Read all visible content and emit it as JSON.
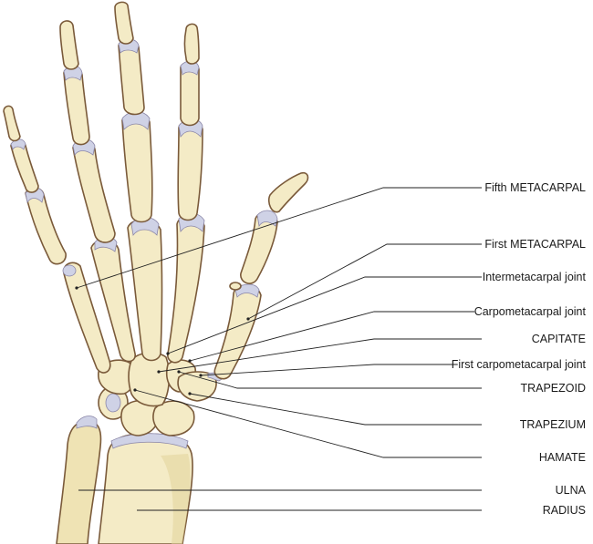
{
  "labels": [
    {
      "id": "fifth-metacarpal",
      "text": "Fifth METACARPAL"
    },
    {
      "id": "first-metacarpal",
      "text": "First METACARPAL"
    },
    {
      "id": "intermetacarpal-joint",
      "text": "Intermetacarpal joint"
    },
    {
      "id": "carpometacarpal-joint",
      "text": "Carpometacarpal joint"
    },
    {
      "id": "capitate",
      "text": "CAPITATE"
    },
    {
      "id": "first-carpometacarpal-joint",
      "text": "First carpometacarpal joint"
    },
    {
      "id": "trapezoid",
      "text": "TRAPEZOID"
    },
    {
      "id": "trapezium",
      "text": "TRAPEZIUM"
    },
    {
      "id": "hamate",
      "text": "HAMATE"
    },
    {
      "id": "ulna",
      "text": "ULNA"
    },
    {
      "id": "radius",
      "text": "RADIUS"
    }
  ],
  "colors": {
    "bone": "#f4ebc6",
    "outline": "#7a5a3a",
    "cartilage": "#cfd2e6"
  }
}
